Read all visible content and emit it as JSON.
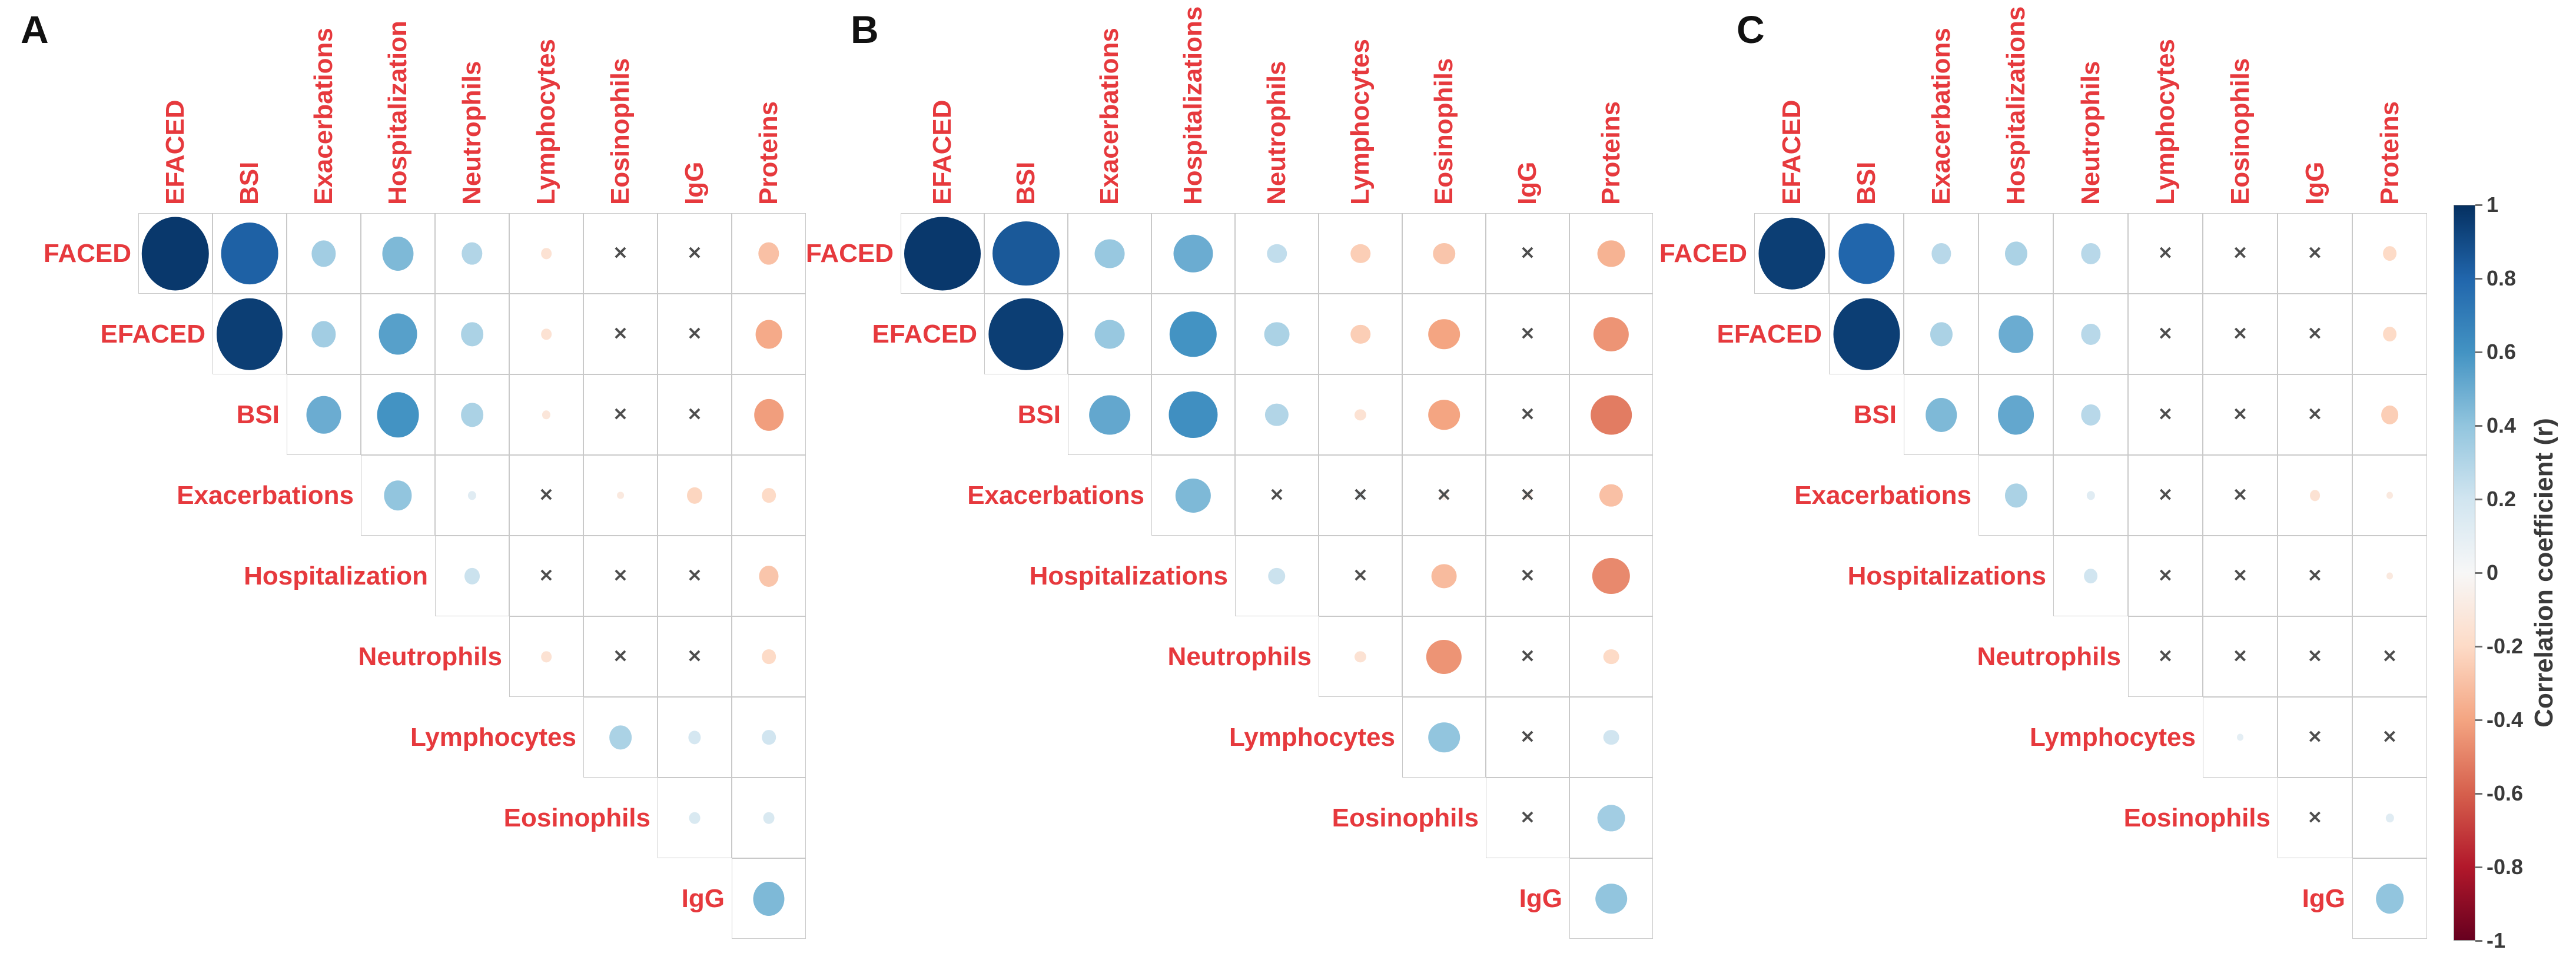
{
  "style": {
    "label_red": "#e6393d",
    "grid_line": "#c9c9c9",
    "outer_line": "#b5b5b5",
    "x_mark_color": "#4d4d4d",
    "panel_letter_color": "#111111",
    "tick_text_color": "#3a3a3a",
    "background": "#ffffff"
  },
  "chart_data": {
    "type": "heatmap",
    "subtype": "pairwise-correlation-bubble-matrix",
    "description_of_marks": {
      "circle_size": "proportional to abs(r)",
      "circle_color": "correlation coefficient r on blue-white-red scale",
      "x_mark_meaning": "not significant"
    },
    "panels": [
      {
        "label": "A",
        "row_labels": [
          "FACED",
          "EFACED",
          "BSI",
          "Exacerbations",
          "Hospitalization",
          "Neutrophils",
          "Lymphocytes",
          "Eosinophils",
          "IgG"
        ],
        "col_labels": [
          "EFACED",
          "BSI",
          "Exacerbations",
          "Hospitalization",
          "Neutrophils",
          "Lymphocytes",
          "Eosinophils",
          "IgG",
          "Proteins"
        ],
        "values": [
          [
            0.97,
            0.82,
            0.35,
            0.45,
            0.3,
            -0.15,
            0.04,
            0.04,
            -0.3
          ],
          [
            null,
            0.95,
            0.35,
            0.55,
            0.32,
            -0.15,
            0.04,
            0.04,
            -0.38
          ],
          [
            null,
            null,
            0.5,
            0.6,
            0.32,
            -0.12,
            0.04,
            0.04,
            -0.42
          ],
          [
            null,
            null,
            null,
            0.4,
            0.12,
            0.04,
            -0.1,
            -0.22,
            -0.2
          ],
          [
            null,
            null,
            null,
            null,
            0.22,
            0.04,
            0.04,
            0.04,
            -0.28
          ],
          [
            null,
            null,
            null,
            null,
            null,
            -0.15,
            0.04,
            0.04,
            -0.2
          ],
          [
            null,
            null,
            null,
            null,
            null,
            null,
            0.32,
            0.18,
            0.2
          ],
          [
            null,
            null,
            null,
            null,
            null,
            null,
            null,
            0.16,
            0.16
          ],
          [
            null,
            null,
            null,
            null,
            null,
            null,
            null,
            null,
            0.45
          ]
        ],
        "significant": [
          [
            true,
            true,
            true,
            true,
            true,
            true,
            false,
            false,
            true
          ],
          [
            null,
            true,
            true,
            true,
            true,
            true,
            false,
            false,
            true
          ],
          [
            null,
            null,
            true,
            true,
            true,
            true,
            false,
            false,
            true
          ],
          [
            null,
            null,
            null,
            true,
            true,
            false,
            true,
            true,
            true
          ],
          [
            null,
            null,
            null,
            null,
            true,
            false,
            false,
            false,
            true
          ],
          [
            null,
            null,
            null,
            null,
            null,
            true,
            false,
            false,
            true
          ],
          [
            null,
            null,
            null,
            null,
            null,
            null,
            true,
            true,
            true
          ],
          [
            null,
            null,
            null,
            null,
            null,
            null,
            null,
            true,
            true
          ],
          [
            null,
            null,
            null,
            null,
            null,
            null,
            null,
            null,
            true
          ]
        ]
      },
      {
        "label": "B",
        "row_labels": [
          "FACED",
          "EFACED",
          "BSI",
          "Exacerbations",
          "Hospitalizations",
          "Neutrophils",
          "Lymphocytes",
          "Eosinophils",
          "IgG"
        ],
        "col_labels": [
          "EFACED",
          "BSI",
          "Exacerbations",
          "Hospitalizations",
          "Neutrophils",
          "Lymphocytes",
          "Eosinophils",
          "IgG",
          "Proteins"
        ],
        "values": [
          [
            0.97,
            0.85,
            0.38,
            0.5,
            0.25,
            -0.25,
            -0.28,
            0.04,
            -0.35
          ],
          [
            null,
            0.95,
            0.38,
            0.6,
            0.32,
            -0.25,
            -0.4,
            0.04,
            -0.45
          ],
          [
            null,
            null,
            0.52,
            0.62,
            0.3,
            -0.15,
            -0.4,
            0.04,
            -0.52
          ],
          [
            null,
            null,
            null,
            0.45,
            0.04,
            0.12,
            -0.12,
            -0.12,
            -0.3
          ],
          [
            null,
            null,
            null,
            null,
            0.22,
            -0.08,
            -0.32,
            0.04,
            -0.48
          ],
          [
            null,
            null,
            null,
            null,
            null,
            -0.15,
            -0.45,
            0.04,
            -0.2
          ],
          [
            null,
            null,
            null,
            null,
            null,
            null,
            0.4,
            -0.08,
            0.2
          ],
          [
            null,
            null,
            null,
            null,
            null,
            null,
            null,
            -0.06,
            0.35
          ],
          [
            null,
            null,
            null,
            null,
            null,
            null,
            null,
            null,
            0.4
          ]
        ],
        "significant": [
          [
            true,
            true,
            true,
            true,
            true,
            true,
            true,
            false,
            true
          ],
          [
            null,
            true,
            true,
            true,
            true,
            true,
            true,
            false,
            true
          ],
          [
            null,
            null,
            true,
            true,
            true,
            true,
            true,
            false,
            true
          ],
          [
            null,
            null,
            null,
            true,
            false,
            false,
            false,
            false,
            true
          ],
          [
            null,
            null,
            null,
            null,
            true,
            false,
            true,
            false,
            true
          ],
          [
            null,
            null,
            null,
            null,
            null,
            true,
            true,
            false,
            true
          ],
          [
            null,
            null,
            null,
            null,
            null,
            null,
            true,
            false,
            true
          ],
          [
            null,
            null,
            null,
            null,
            null,
            null,
            null,
            false,
            true
          ],
          [
            null,
            null,
            null,
            null,
            null,
            null,
            null,
            null,
            true
          ]
        ]
      },
      {
        "label": "C",
        "row_labels": [
          "FACED",
          "EFACED",
          "BSI",
          "Exacerbations",
          "Hospitalizations",
          "Neutrophils",
          "Lymphocytes",
          "Eosinophils",
          "IgG"
        ],
        "col_labels": [
          "EFACED",
          "BSI",
          "Exacerbations",
          "Hospitalizations",
          "Neutrophils",
          "Lymphocytes",
          "Eosinophils",
          "IgG",
          "Proteins"
        ],
        "values": [
          [
            0.95,
            0.8,
            0.28,
            0.32,
            0.28,
            0.04,
            0.04,
            0.04,
            -0.2
          ],
          [
            null,
            0.95,
            0.32,
            0.5,
            0.28,
            0.04,
            0.04,
            0.04,
            -0.2
          ],
          [
            null,
            null,
            0.45,
            0.52,
            0.28,
            0.04,
            0.04,
            0.04,
            -0.25
          ],
          [
            null,
            null,
            null,
            0.32,
            0.12,
            0.04,
            0.04,
            -0.15,
            -0.1
          ],
          [
            null,
            null,
            null,
            null,
            0.2,
            0.04,
            -0.06,
            0.04,
            -0.1
          ],
          [
            null,
            null,
            null,
            null,
            null,
            0.04,
            0.08,
            0.04,
            0.04
          ],
          [
            null,
            null,
            null,
            null,
            null,
            null,
            0.1,
            0.04,
            0.04
          ],
          [
            null,
            null,
            null,
            null,
            null,
            null,
            null,
            0.04,
            0.12
          ],
          [
            null,
            null,
            null,
            null,
            null,
            null,
            null,
            null,
            0.4
          ]
        ],
        "significant": [
          [
            true,
            true,
            true,
            true,
            true,
            false,
            false,
            false,
            true
          ],
          [
            null,
            true,
            true,
            true,
            true,
            false,
            false,
            false,
            true
          ],
          [
            null,
            null,
            true,
            true,
            true,
            false,
            false,
            false,
            true
          ],
          [
            null,
            null,
            null,
            true,
            true,
            false,
            false,
            true,
            true
          ],
          [
            null,
            null,
            null,
            null,
            true,
            false,
            false,
            false,
            true
          ],
          [
            null,
            null,
            null,
            null,
            null,
            false,
            false,
            false,
            false
          ],
          [
            null,
            null,
            null,
            null,
            null,
            null,
            true,
            false,
            false
          ],
          [
            null,
            null,
            null,
            null,
            null,
            null,
            null,
            false,
            true
          ],
          [
            null,
            null,
            null,
            null,
            null,
            null,
            null,
            null,
            true
          ]
        ]
      }
    ],
    "colorbar": {
      "title": "Correlation coefficient (r)",
      "tick_labels": [
        "1",
        "0.8",
        "0.6",
        "0.4",
        "0.2",
        "0",
        "-0.2",
        "-0.4",
        "-0.6",
        "-0.8",
        "-1"
      ],
      "range": [
        -1,
        1
      ],
      "position": "right",
      "palette_stops": [
        {
          "v": -1.0,
          "color": "#67001f"
        },
        {
          "v": -0.8,
          "color": "#b2182b"
        },
        {
          "v": -0.6,
          "color": "#d6604d"
        },
        {
          "v": -0.4,
          "color": "#f4a582"
        },
        {
          "v": -0.2,
          "color": "#fddbc7"
        },
        {
          "v": 0.0,
          "color": "#f7f7f7"
        },
        {
          "v": 0.2,
          "color": "#d1e5f0"
        },
        {
          "v": 0.4,
          "color": "#92c5de"
        },
        {
          "v": 0.6,
          "color": "#4393c3"
        },
        {
          "v": 0.8,
          "color": "#2166ac"
        },
        {
          "v": 1.0,
          "color": "#053061"
        }
      ]
    }
  }
}
